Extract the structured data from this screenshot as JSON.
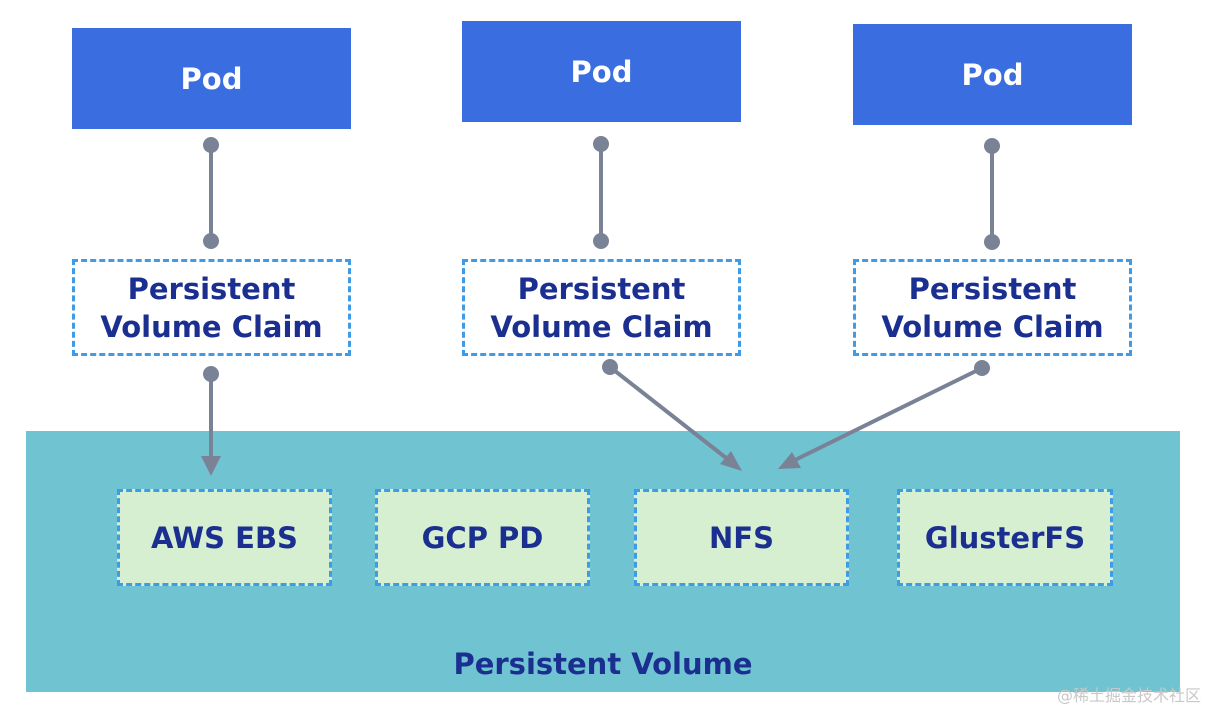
{
  "pods": [
    {
      "label": "Pod"
    },
    {
      "label": "Pod"
    },
    {
      "label": "Pod"
    }
  ],
  "claims": [
    {
      "line1": "Persistent",
      "line2": "Volume Claim"
    },
    {
      "line1": "Persistent",
      "line2": "Volume Claim"
    },
    {
      "line1": "Persistent",
      "line2": "Volume Claim"
    }
  ],
  "persistent_volume": {
    "label": "Persistent Volume",
    "storage": [
      {
        "label": "AWS EBS"
      },
      {
        "label": "GCP PD"
      },
      {
        "label": "NFS"
      },
      {
        "label": "GlusterFS"
      }
    ]
  },
  "watermark": "@稀土掘金技术社区",
  "colors": {
    "pod_fill": "#3a6ee0",
    "claim_border": "#3f9be6",
    "text_navy": "#1a2f8f",
    "volume_band": "#70c4d2",
    "storage_fill": "#d7efd1",
    "connector": "#7a8296"
  }
}
